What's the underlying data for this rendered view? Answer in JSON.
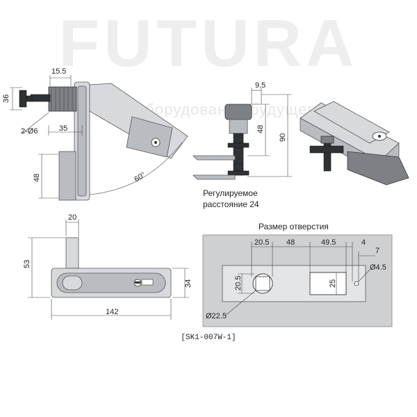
{
  "watermark": {
    "brand": "FUTURA",
    "tagline": "оборудование будущего"
  },
  "side_view": {
    "dims": {
      "d15_5": "15.5",
      "d36": "36",
      "d2_d6": "2-Ø6",
      "d35": "35",
      "d48": "48",
      "angle60": "60°"
    }
  },
  "stud_view": {
    "dims": {
      "d9_5": "9.5",
      "d48": "48",
      "d90": "90"
    },
    "caption_line1": "Регулируемое",
    "caption_line2": "расстояние 24"
  },
  "front_view": {
    "dims": {
      "d20": "20",
      "d53": "53",
      "d34": "34",
      "d142": "142"
    }
  },
  "cutout": {
    "title": "Размер отверстия",
    "dims": {
      "d20_5_top": "20.5",
      "d48": "48",
      "d49_5": "49.5",
      "d4": "4",
      "d7": "7",
      "d4_5": "Ø4.5",
      "d20_5_side": "20.5",
      "d25": "25",
      "d22_5": "Ø22.5"
    }
  },
  "model_code": "[SK1-007W-1]",
  "colors": {
    "metal": "#b9bcc0",
    "metal_light": "#d7d9dc",
    "plate": "#cfd0d2",
    "line": "#333333"
  }
}
